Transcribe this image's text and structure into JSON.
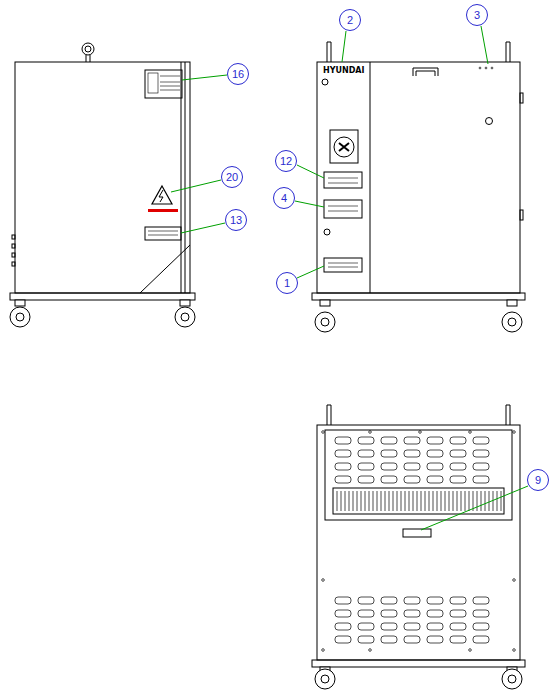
{
  "diagram": {
    "nodes": [
      {
        "text": [
          "16"
        ]
      },
      {
        "text": [
          "20"
        ]
      },
      {
        "text": [
          "13"
        ]
      },
      {
        "text": [
          "2"
        ]
      },
      {
        "text": [
          "3"
        ]
      },
      {
        "text": [
          "12"
        ]
      },
      {
        "text": [
          "4"
        ]
      },
      {
        "text": [
          "1"
        ]
      },
      {
        "text": [
          "9"
        ]
      }
    ],
    "labels": [
      "HYUNDAI"
    ]
  }
}
